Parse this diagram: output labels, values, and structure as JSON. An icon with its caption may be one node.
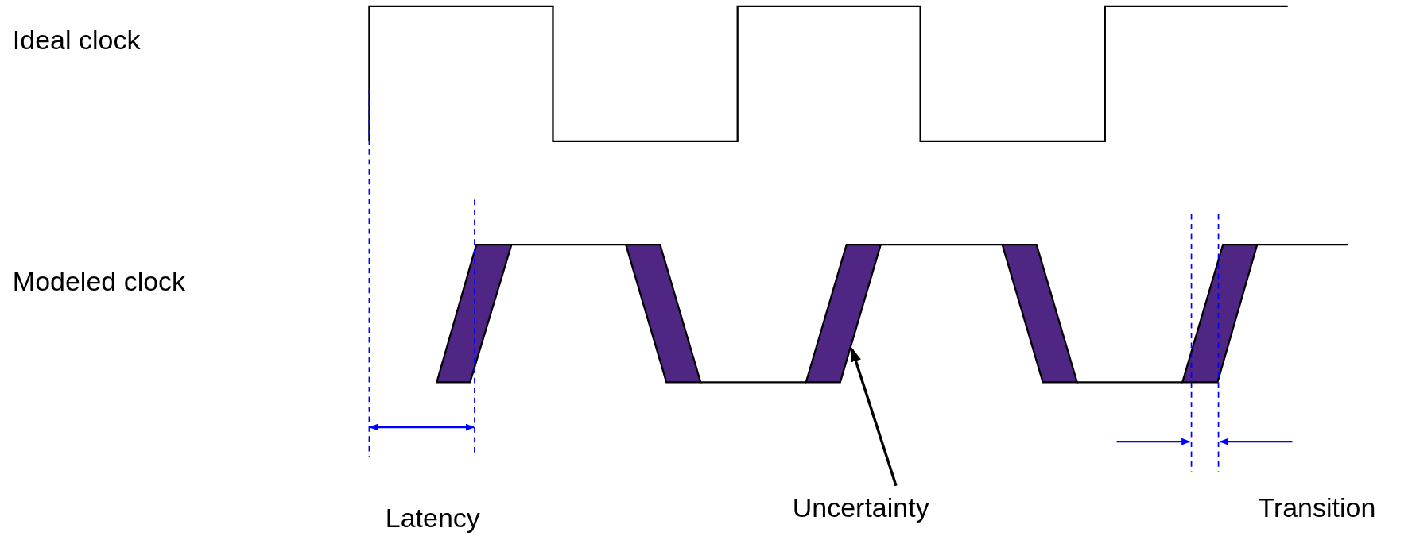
{
  "diagram": {
    "nodes": [
      {
        "text": [],
        "shape": "box"
      },
      {
        "text": [],
        "shape": "box"
      },
      {
        "text": [],
        "shape": "box"
      },
      {
        "text": [],
        "shape": "box"
      },
      {
        "text": [],
        "shape": "box"
      },
      {
        "text": [
          "Uncertainty"
        ]
      }
    ],
    "edges": [
      {
        "from": 5,
        "to": 2,
        "arrow": "to"
      }
    ],
    "labels": [
      "Ideal clock",
      "Modeled clock",
      "Latency",
      "Transition"
    ]
  }
}
